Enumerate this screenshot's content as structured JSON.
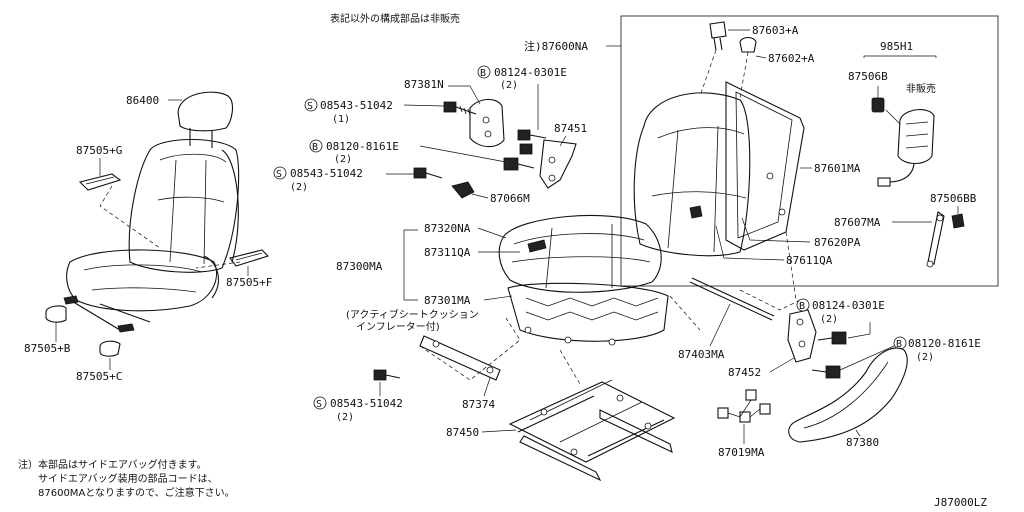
{
  "header_note": "表記以外の構成部品は非販売",
  "labels": {
    "l86400": "86400",
    "l87505g": "87505+G",
    "l87505f": "87505+F",
    "l87505b": "87505+B",
    "l87505c": "87505+C",
    "l87381n": "87381N",
    "s08543a": "08543-51042",
    "s08543a_q": "(1)",
    "b08124a": "08124-0301E",
    "b08124a_q": "(2)",
    "b08120a": "08120-8161E",
    "b08120a_q": "(2)",
    "l87451": "87451",
    "s08543b": "08543-51042",
    "s08543b_q": "(2)",
    "l87066m": "87066M",
    "l87320na": "87320NA",
    "l87311qa": "87311QA",
    "l87300ma": "87300MA",
    "l87301ma": "87301MA",
    "active_cushion": "(アクティブシートクッション",
    "inflator": "インフレーター付)",
    "s08543c": "08543-51042",
    "s08543c_q": "(2)",
    "l87374": "87374",
    "l87450": "87450",
    "l87600na": "注)87600NA",
    "l87603a": "87603+A",
    "l87602a": "87602+A",
    "l985h1": "985H1",
    "l87506b": "87506B",
    "not_for_sale": "非販売",
    "l87601ma": "87601MA",
    "l87506bb": "87506BB",
    "l87607ma": "87607MA",
    "l87620pa": "87620PA",
    "l87611qa": "87611QA",
    "b08124b": "08124-0301E",
    "b08124b_q": "(2)",
    "b08120b": "08120-8161E",
    "b08120b_q": "(2)",
    "l87403ma": "87403MA",
    "l87452": "87452",
    "l87019ma": "87019MA",
    "l87380": "87380",
    "prefix_s": "S",
    "prefix_b": "B"
  },
  "footnote": {
    "line1": "注）本部品はサイドエアバッグ付きます。",
    "line2": "サイドエアバッグ装用の部品コードは、",
    "line3": "87600MAとなりますので、ご注意下さい。"
  },
  "diagram_id": "J87000LZ"
}
